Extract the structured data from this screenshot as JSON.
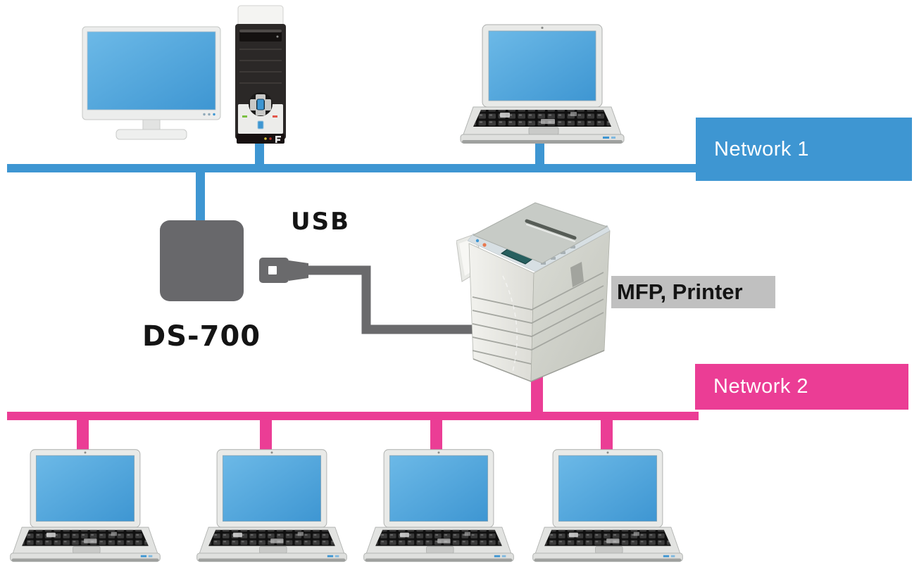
{
  "diagram_type": "network-topology",
  "background": "#FFFFFF",
  "networks": [
    {
      "id": "network1",
      "label": "Network 1",
      "color": "#3E96D2",
      "clients": [
        "desktop-pc",
        "laptop"
      ]
    },
    {
      "id": "network2",
      "label": "Network 2",
      "color": "#EB3D95",
      "clients": [
        "laptop",
        "laptop",
        "laptop",
        "laptop"
      ]
    }
  ],
  "labels": {
    "usb": "USB",
    "device": "DS-700",
    "printer": "MFP, Printer"
  },
  "connections": [
    {
      "from": "DS-700",
      "to": "Network 1",
      "type": "network-cable"
    },
    {
      "from": "DS-700",
      "to": "MFP, Printer",
      "type": "USB-cable"
    },
    {
      "from": "MFP, Printer",
      "to": "Network 2",
      "type": "network-cable"
    }
  ],
  "colors": {
    "network1_blue": "#3E96D2",
    "network2_pink": "#EB3D95",
    "network_label_text": "#FFFFFF",
    "ds700_gray": "#68686B",
    "usb_cable_gray": "#6A6A6C",
    "printer_label_bg": "#C0C0C0",
    "text_black": "#141414",
    "screen_blue_top": "#6CB9E7",
    "screen_blue_bottom": "#3E96D2"
  }
}
